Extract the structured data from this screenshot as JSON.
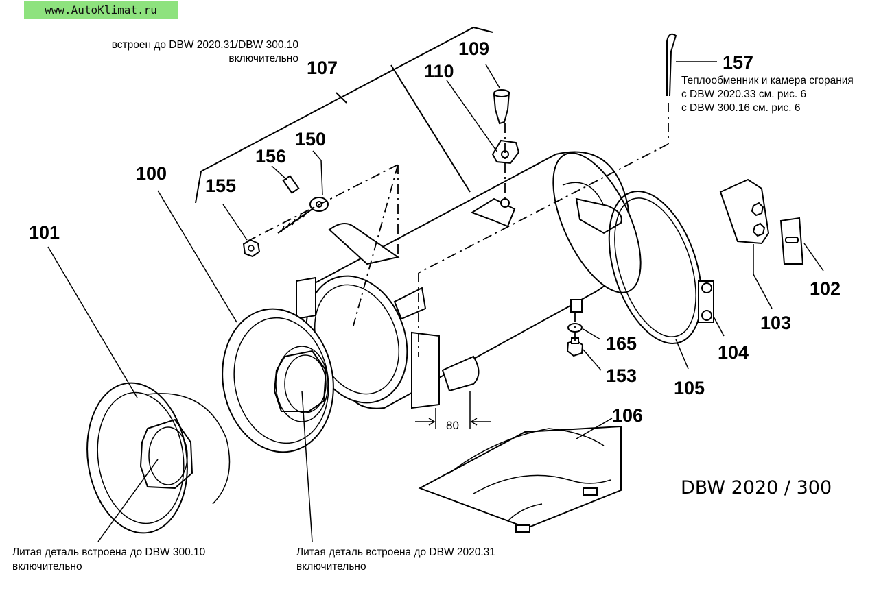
{
  "watermark": "www.AutoKlimat.ru",
  "model": "DBW 2020 / 300",
  "notes": {
    "built_in_top_line1": "встроен до DBW 2020.31/DBW 300.10",
    "built_in_top_line2": "включительно",
    "heat_exchanger_line1": "Теплообменник и камера сгорания",
    "heat_exchanger_line2": "с DBW 2020.33 см. рис. 6",
    "heat_exchanger_line3": "с DBW 300.16 см. рис. 6",
    "cast_left_line1": "Литая деталь встроена до DBW 300.10",
    "cast_left_line2": "включительно",
    "cast_center_line1": "Литая деталь встроена до DBW 2020.31",
    "cast_center_line2": "включительно"
  },
  "dimension": "80",
  "part_numbers": {
    "p100": "100",
    "p101": "101",
    "p102": "102",
    "p103": "103",
    "p104": "104",
    "p105": "105",
    "p106": "106",
    "p107": "107",
    "p109": "109",
    "p110": "110",
    "p150": "150",
    "p153": "153",
    "p155": "155",
    "p156": "156",
    "p157": "157",
    "p165": "165"
  }
}
